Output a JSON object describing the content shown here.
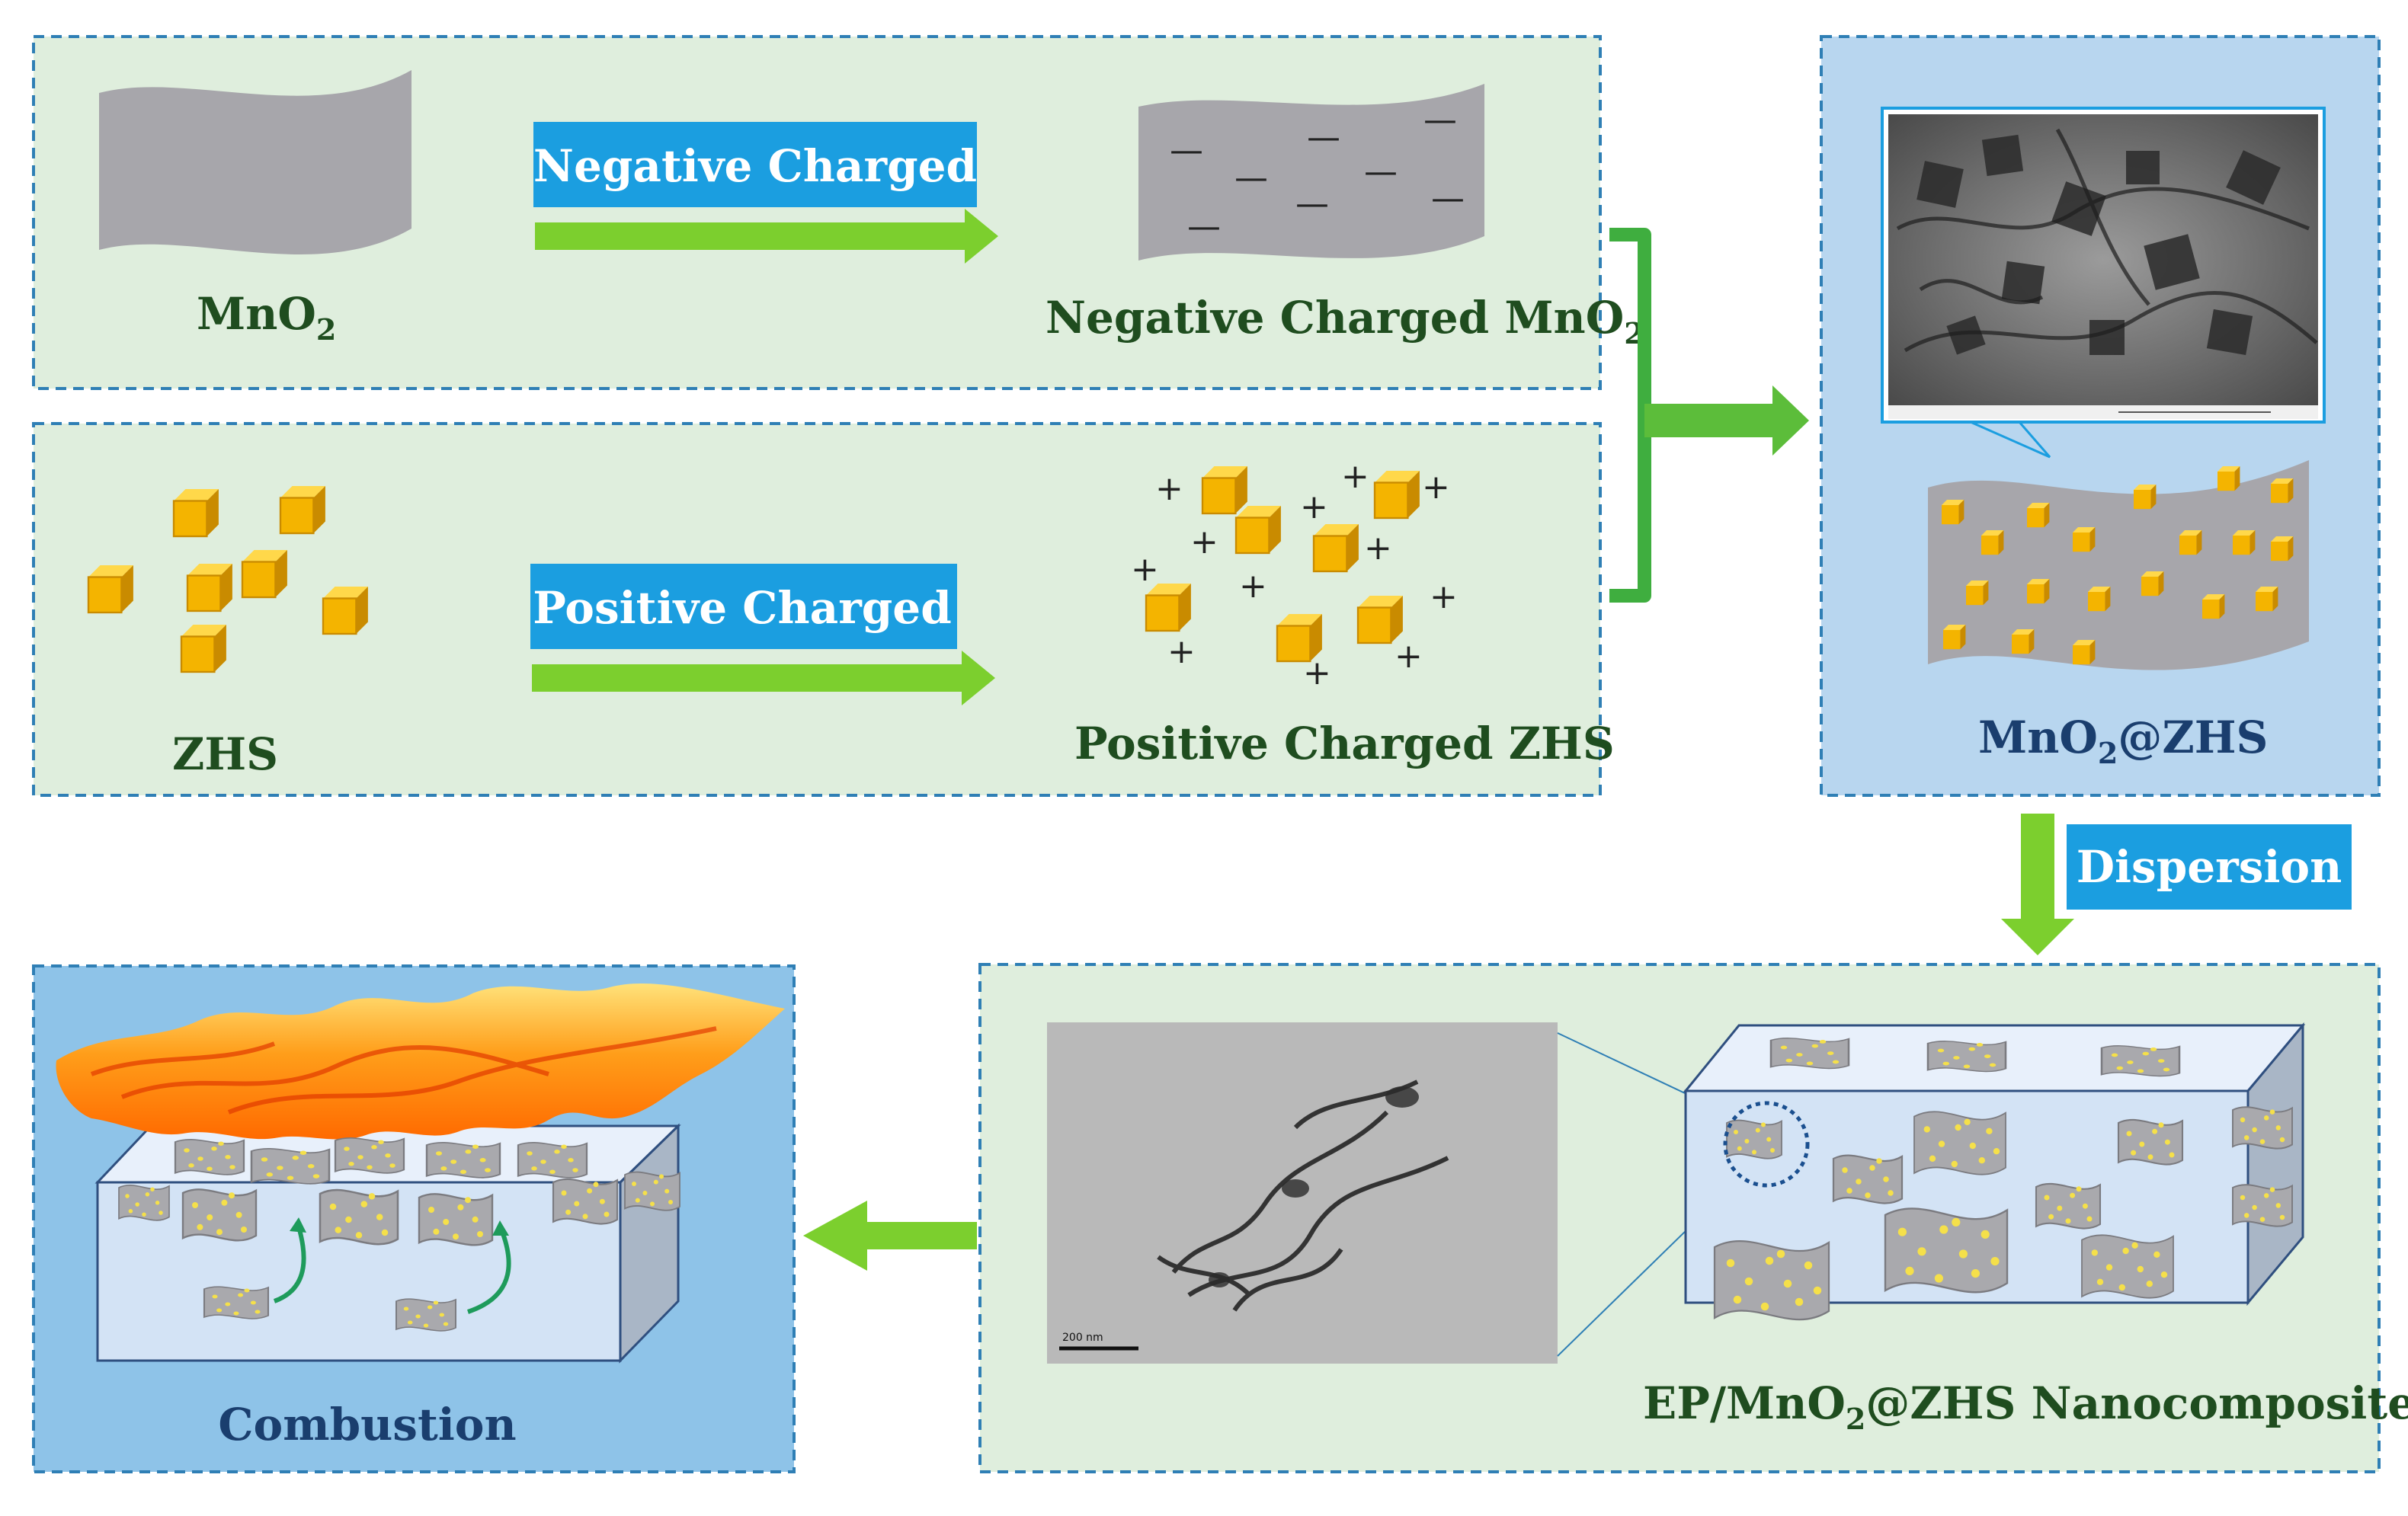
{
  "labels": {
    "neg_process": "Negative Charged",
    "pos_process": "Positive Charged",
    "mno2_prefix": "MnO",
    "mno2_sub": "2",
    "neg_product_prefix": "Negative Charged MnO",
    "neg_product_sub": "2",
    "zhs": "ZHS",
    "pos_product": "Positive Charged ZHS",
    "hybrid_prefix": "MnO",
    "hybrid_sub": "2",
    "hybrid_suffix": "@ZHS",
    "dispersion": "Dispersion",
    "nano_prefix": "EP/MnO",
    "nano_sub": "2",
    "nano_suffix": "@ZHS Nanocomposites",
    "combustion": "Combustion",
    "tem_scale": "200 nm"
  },
  "charges": {
    "minus": "—",
    "plus": "+"
  },
  "colors": {
    "panel_green": "#dfeedd",
    "panel_blue": "#b8d6ef",
    "panel_blue_dark": "#8ec3e8",
    "panel_border": "#2f7fb5",
    "arrow_green": "#7ccf2e",
    "bracket_green": "#3fae3f",
    "label_box": "#1b9ee0",
    "sheet_gray": "#a7a6ab",
    "cube_orange": "#f2b705",
    "block_face": "#d3e3f5"
  },
  "icons": [
    "tem-micrograph-image",
    "flame-image",
    "cube-icon",
    "sheet-icon"
  ]
}
